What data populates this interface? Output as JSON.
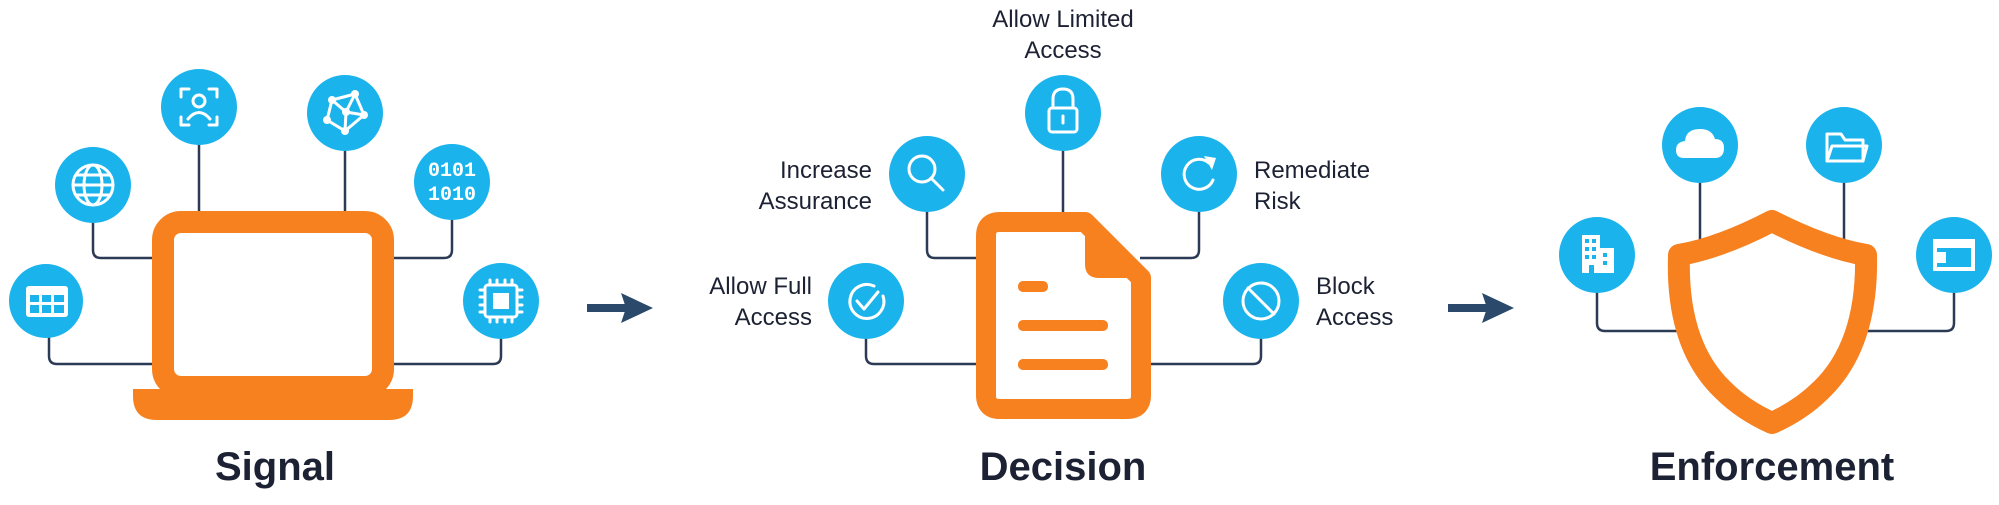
{
  "stages": {
    "signal": {
      "title": "Signal"
    },
    "decision": {
      "title": "Decision",
      "outcomes": {
        "allow_limited": [
          "Allow Limited",
          "Access"
        ],
        "increase_assurance": [
          "Increase",
          "Assurance"
        ],
        "remediate_risk": [
          "Remediate",
          "Risk"
        ],
        "allow_full": [
          "Allow Full",
          "Access"
        ],
        "block_access": [
          "Block",
          "Access"
        ]
      }
    },
    "enforcement": {
      "title": "Enforcement"
    }
  },
  "signal_icons": {
    "binary_line1": "0101",
    "binary_line2": "1010"
  },
  "colors": {
    "node": "#1ab3ec",
    "accent": "#f7801f",
    "connector": "#2b3a55",
    "text": "#1c2233"
  },
  "icons": [
    "calendar-grid-icon",
    "globe-icon",
    "user-scan-icon",
    "network-icon",
    "binary-icon",
    "chip-icon",
    "lock-icon",
    "search-icon",
    "refresh-icon",
    "check-circle-icon",
    "block-icon",
    "document-icon",
    "laptop-icon",
    "arrow-right-icon",
    "cloud-icon",
    "folder-icon",
    "building-icon",
    "window-icon",
    "shield-icon"
  ]
}
